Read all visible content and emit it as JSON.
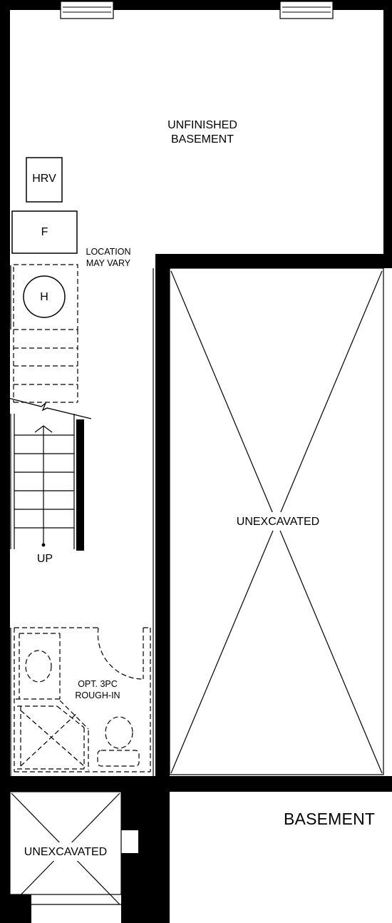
{
  "floor_name": "BASEMENT",
  "rooms": {
    "unfinished_basement": {
      "line1": "UNFINISHED",
      "line2": "BASEMENT"
    },
    "unexcavated_large": "UNEXCAVATED",
    "unexcavated_small": "UNEXCAVATED"
  },
  "equipment": {
    "hrv": "HRV",
    "furnace": "F",
    "water_heater": "H",
    "location_note": {
      "line1": "LOCATION",
      "line2": "MAY VARY"
    }
  },
  "stairs": {
    "direction": "UP"
  },
  "bathroom": {
    "line1": "OPT. 3PC",
    "line2": "ROUGH-IN"
  },
  "colors": {
    "wall": "#000000",
    "background": "#ffffff"
  }
}
